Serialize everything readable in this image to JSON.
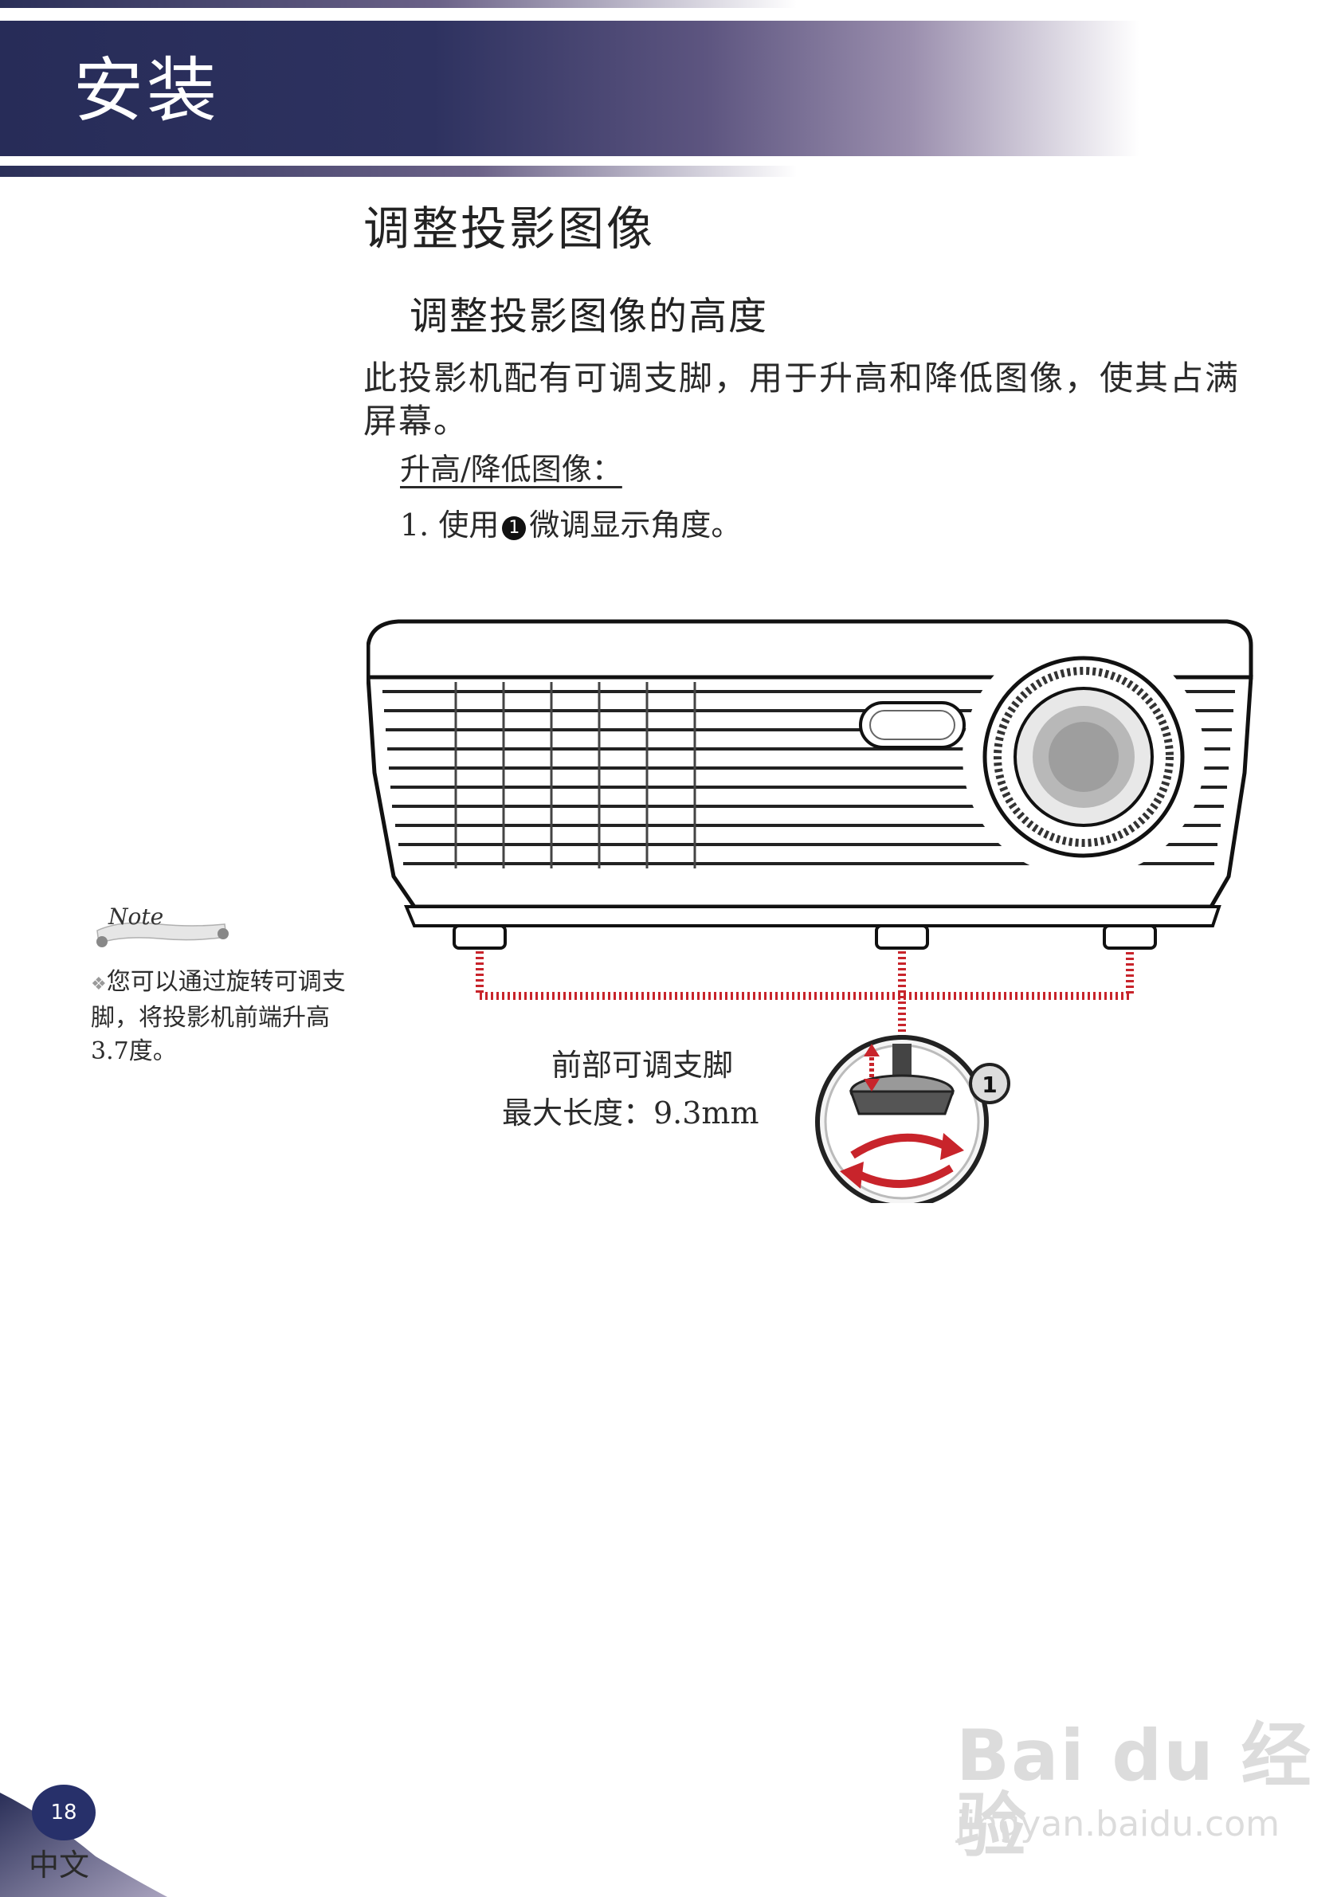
{
  "header": {
    "section_title": "安装"
  },
  "main": {
    "heading": "调整投影图像",
    "subheading": "调整投影图像的高度",
    "intro": "此投影机配有可调支脚，用于升高和降低图像，使其占满屏幕。",
    "step_label": "升高/降低图像：",
    "step_1": {
      "number": "1.",
      "prefix": "使用",
      "marker": "1",
      "suffix": "微调显示角度。"
    }
  },
  "note": {
    "badge": "Note",
    "text": "您可以通过旋转可调支脚，将投影机前端升高3.7度。"
  },
  "diagram": {
    "foot_label": "前部可调支脚",
    "foot_spec": "最大长度：9.3mm",
    "callout_number": "1"
  },
  "footer": {
    "page_number": "18",
    "language": "中文"
  },
  "watermark": {
    "logo": "Bai du 经验",
    "url": "jingyan.baidu.com"
  },
  "colors": {
    "banner": "#2a2f58",
    "accent_red": "#c8242b"
  }
}
